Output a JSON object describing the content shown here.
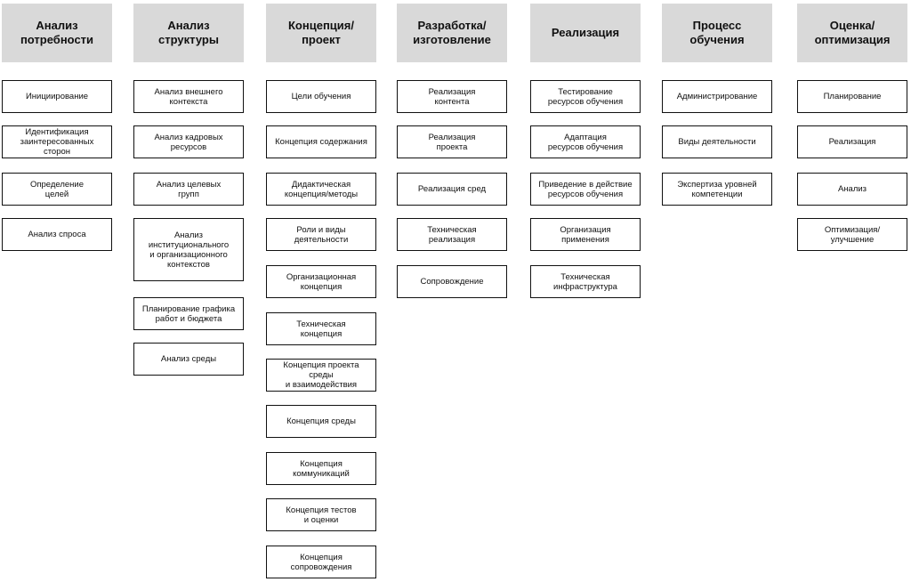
{
  "columns": [
    {
      "header": "Анализ\nпотребности",
      "items": [
        "Инициирование",
        "Идентификация\nзаинтересованных\nсторон",
        "Определение\nцелей",
        "Анализ спроса"
      ]
    },
    {
      "header": "Анализ\nструктуры",
      "items": [
        "Анализ внешнего\nконтекста",
        "Анализ кадровых\nресурсов",
        "Анализ целевых\nгрупп",
        "Анализ\nинституционального\nи организационного\nконтекстов",
        "Планирование графика\nработ и бюджета",
        "Анализ среды"
      ]
    },
    {
      "header": "Концепция/\nпроект",
      "items": [
        "Цели обучения",
        "Концепция содержания",
        "Дидактическая\nконцепция/методы",
        "Роли и виды\nдеятельности",
        "Организационная\nконцепция",
        "Техническая\nконцепция",
        "Концепция проекта\nсреды\nи взаимодействия",
        "Концепция среды",
        "Концепция\nкоммуникаций",
        "Концепция тестов\nи оценки",
        "Концепция\nсопровождения"
      ]
    },
    {
      "header": "Разработка/\nизготовление",
      "items": [
        "Реализация\nконтента",
        "Реализация\nпроекта",
        "Реализация сред",
        "Техническая\nреализация",
        "Сопровождение"
      ]
    },
    {
      "header": "Реализация",
      "items": [
        "Тестирование\nресурсов обучения",
        "Адаптация\nресурсов обучения",
        "Приведение в действие\nресурсов обучения",
        "Организация\nприменения",
        "Техническая\nинфраструктура"
      ]
    },
    {
      "header": "Процесс\nобучения",
      "items": [
        "Администрирование",
        "Виды деятельности",
        "Экспертиза уровней\nкомпетенции"
      ]
    },
    {
      "header": "Оценка/\nоптимизация",
      "items": [
        "Планирование",
        "Реализация",
        "Анализ",
        "Оптимизация/\nулучшение"
      ]
    }
  ]
}
